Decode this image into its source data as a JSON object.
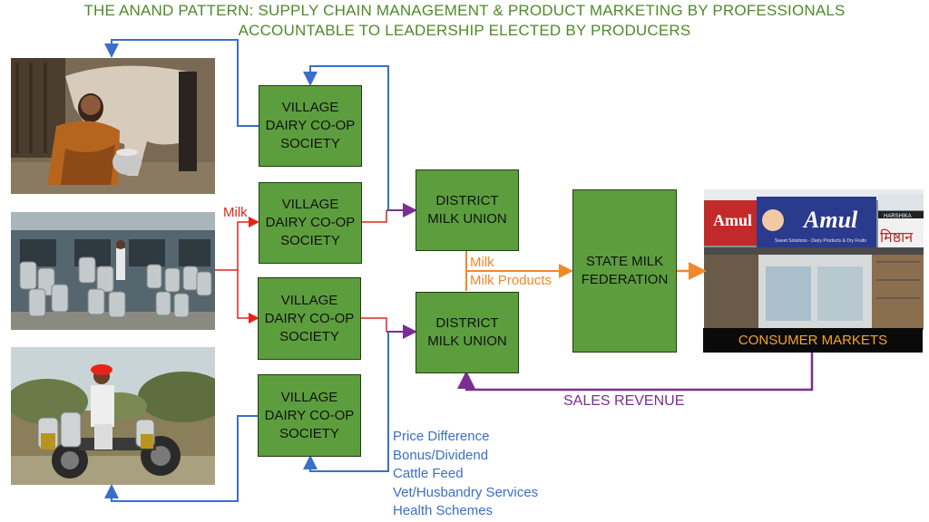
{
  "title": {
    "line1": "THE ANAND PATTERN: SUPPLY CHAIN MANAGEMENT & PRODUCT MARKETING BY PROFESSIONALS",
    "line2": "ACCOUNTABLE TO LEADERSHIP ELECTED BY PRODUCERS"
  },
  "boxes": {
    "village_1": "VILLAGE\nDAIRY CO-OP\nSOCIETY",
    "village_2": "VILLAGE\nDAIRY CO-OP\nSOCIETY",
    "village_3": "VILLAGE\nDAIRY CO-OP\nSOCIETY",
    "village_4": "VILLAGE\nDAIRY CO-OP\nSOCIETY",
    "district_1": "DISTRICT\nMILK UNION",
    "district_2": "DISTRICT\nMILK UNION",
    "state": "STATE MILK\nFEDERATION"
  },
  "labels": {
    "milk_red": "Milk",
    "milk_orange": "Milk",
    "milk_products": "Milk Products",
    "consumer_markets": "CONSUMER MARKETS",
    "sales_revenue": "SALES REVENUE",
    "benefits": [
      "Price Difference",
      "Bonus/Dividend",
      "Cattle Feed",
      "Vet/Husbandry Services",
      "Health Schemes"
    ]
  },
  "store_sign": {
    "brand": "Amul",
    "tagline": "Sweet Solutions - Dairy Products & Dry Fruits",
    "right_sign_1": "HARSHIKA",
    "right_sign_2": "मिष्ठान"
  },
  "colors": {
    "title": "#4f8a2a",
    "box_fill": "#5c9e3e",
    "red": "#e0261b",
    "orange": "#f0882c",
    "purple": "#7a2e92",
    "blue": "#3a6fc8"
  }
}
